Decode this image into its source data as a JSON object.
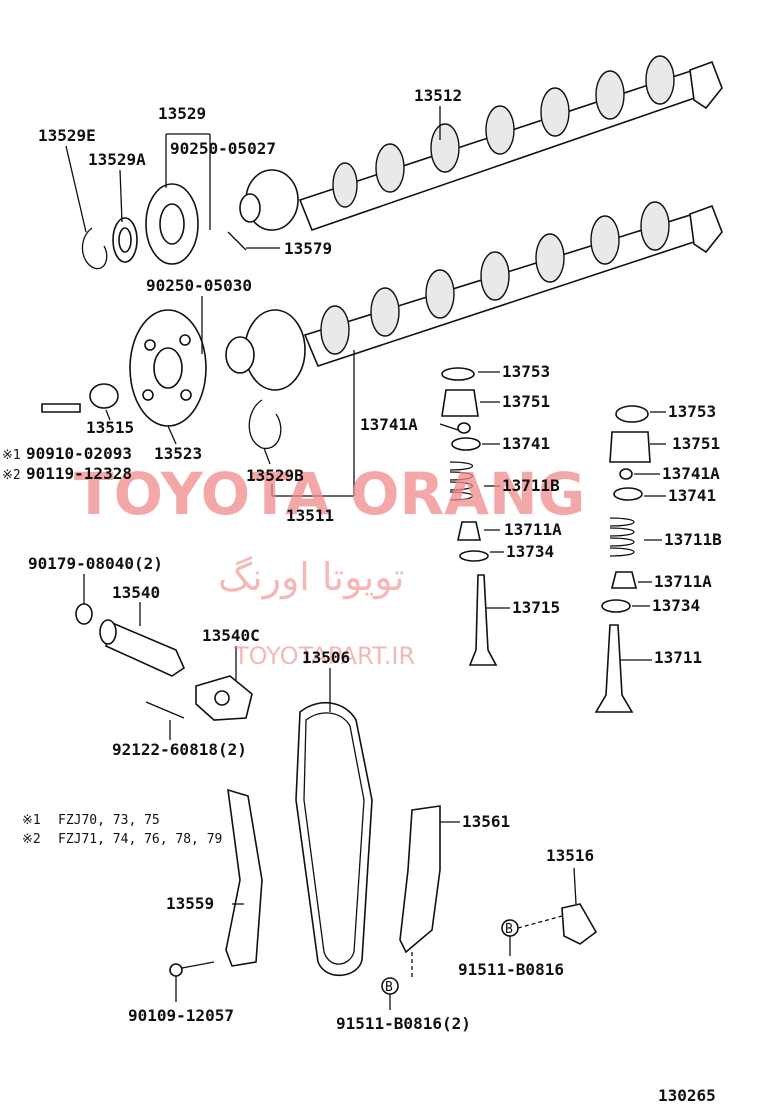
{
  "diagram": {
    "labels": {
      "p13512": "13512",
      "p13529": "13529",
      "p13529E": "13529E",
      "p13529A": "13529A",
      "p90250_05027": "90250-05027",
      "p13579": "13579",
      "p90250_05030": "90250-05030",
      "p13515": "13515",
      "p13523": "13523",
      "p13529B": "13529B",
      "p13511": "13511",
      "p90910_02093": "90910-02093",
      "p90119_12328": "90119-12328",
      "mark1": "※1",
      "mark2": "※2",
      "p13753a": "13753",
      "p13751a": "13751",
      "p13741Aa": "13741A",
      "p13741a": "13741",
      "p13711Ba": "13711B",
      "p13711Aa": "13711A",
      "p13734a": "13734",
      "p13715": "13715",
      "p13753b": "13753",
      "p13751b": "13751",
      "p13741Ab": "13741A",
      "p13741b": "13741",
      "p13711Bb": "13711B",
      "p13711Ab": "13711A",
      "p13734b": "13734",
      "p13711": "13711",
      "p90179": "90179-08040(2)",
      "p13540": "13540",
      "p13540C": "13540C",
      "p13506": "13506",
      "p92122": "92122-60818(2)",
      "p13561": "13561",
      "p13516": "13516",
      "p13559": "13559",
      "p91511a": "91511-B0816",
      "p91511b": "91511-B0816(2)",
      "p90109": "90109-12057",
      "boltB": "B",
      "fig_no": "130265"
    },
    "notes": {
      "n1_mark": "※1",
      "n1_text": "FZJ70, 73, 75",
      "n2_mark": "※2",
      "n2_text": "FZJ71, 74, 76, 78, 79"
    },
    "watermark": {
      "line1": "TOYOTA ORANG",
      "line2": "تویوتا اورنگ",
      "line3": "TOYOTAPART.IR"
    }
  }
}
